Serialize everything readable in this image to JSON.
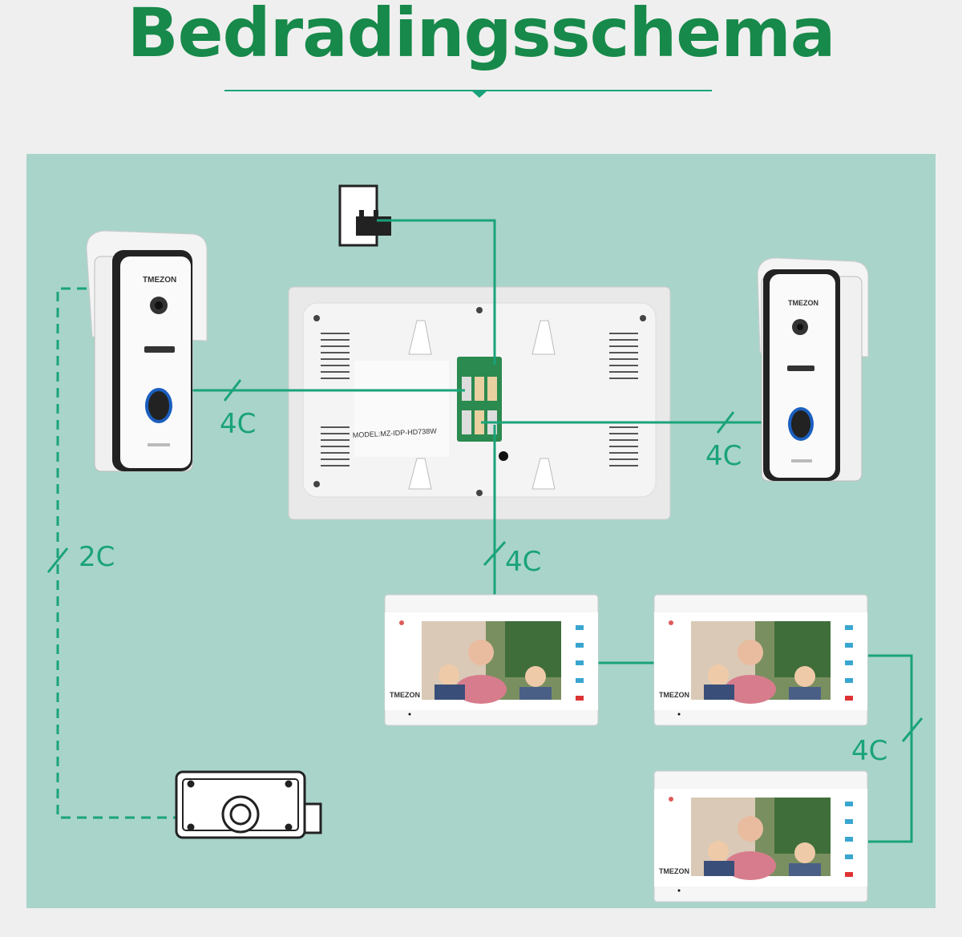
{
  "title": "Bedradingsschema",
  "brand": "TMEZON",
  "model_label": "MODEL:MZ-IDP-HD738W",
  "cable_labels": {
    "left_door": "4C",
    "right_door": "4C",
    "monitor_link": "4C",
    "monitor_chain": "4C",
    "lock": "2C"
  },
  "colors": {
    "title": "#17894a",
    "wire": "#1aa37a",
    "panel": "#a9d4ca"
  }
}
